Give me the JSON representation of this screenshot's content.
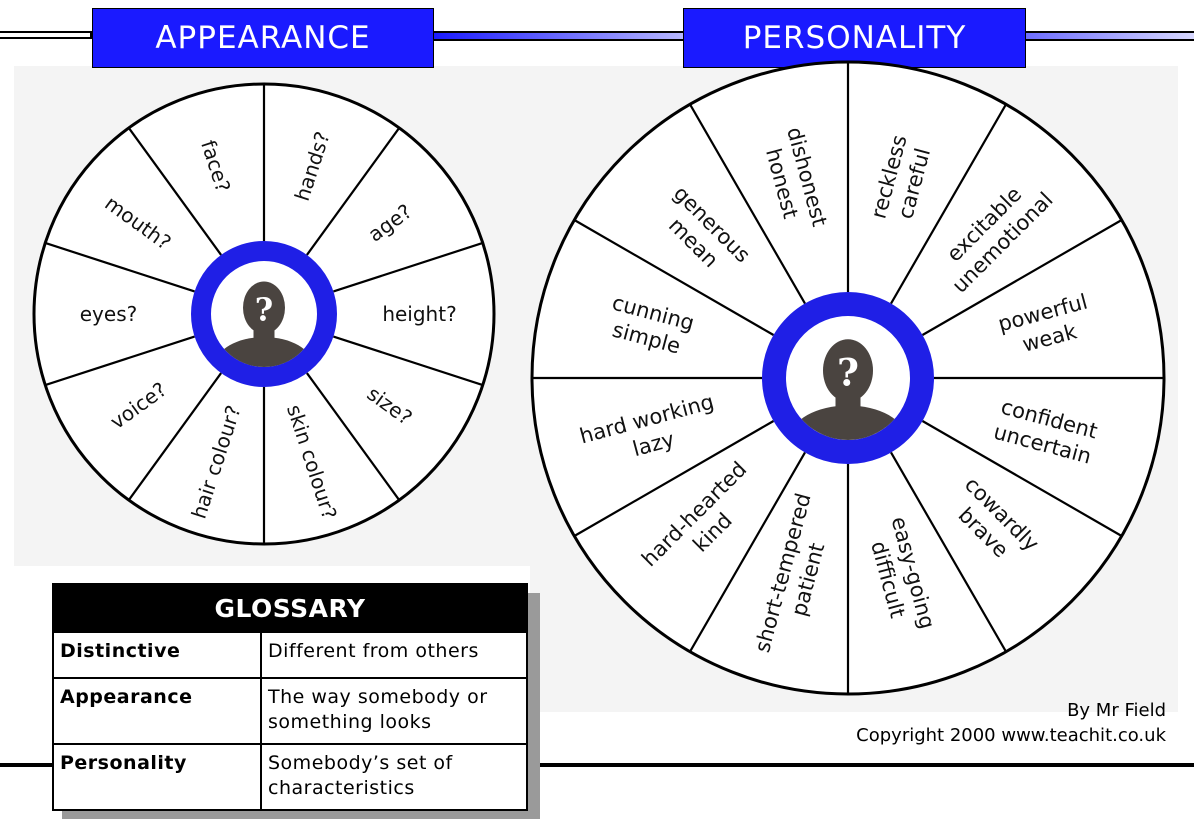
{
  "appearance": {
    "title": "APPEARANCE",
    "segments": [
      "hands?",
      "age?",
      "height?",
      "size?",
      "skin colour?",
      "hair colour?",
      "voice?",
      "eyes?",
      "mouth?",
      "face?"
    ]
  },
  "personality": {
    "title": "PERSONALITY",
    "segments": [
      [
        "reckless",
        "careful"
      ],
      [
        "excitable",
        "unemotional"
      ],
      [
        "powerful",
        "weak"
      ],
      [
        "confident",
        "uncertain"
      ],
      [
        "cowardly",
        "brave"
      ],
      [
        "easy-going",
        "difficult"
      ],
      [
        "short-tempered",
        "patient"
      ],
      [
        "hard-hearted",
        "kind"
      ],
      [
        "hard working",
        "lazy"
      ],
      [
        "cunning",
        "simple"
      ],
      [
        "generous",
        "mean"
      ],
      [
        "dishonest",
        "honest"
      ]
    ]
  },
  "center_symbol": "?",
  "glossary": {
    "title": "GLOSSARY",
    "rows": [
      {
        "term": "Distinctive",
        "definition": "Different from others"
      },
      {
        "term": "Appearance",
        "definition": "The way somebody or something looks"
      },
      {
        "term": "Personality",
        "definition": "Somebody’s set of characteristics"
      }
    ]
  },
  "credit": {
    "author": "By Mr Field",
    "copyright": "Copyright 2000 www.teachit.co.uk"
  },
  "colors": {
    "accent_blue": "#1a1aff",
    "ring_blue": "#1f1fe6",
    "silhouette": "#4a4440",
    "panel_grey": "#f4f4f4"
  }
}
